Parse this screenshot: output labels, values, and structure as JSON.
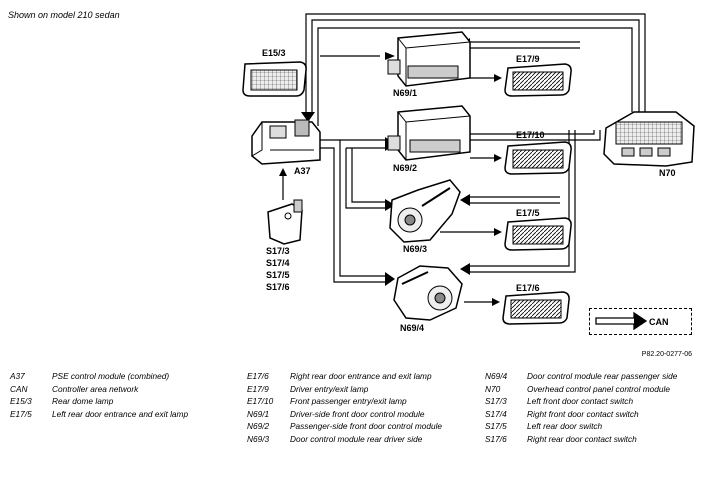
{
  "caption": "Shown on model 210 sedan",
  "labels": {
    "e15_3": "E15/3",
    "a37": "A37",
    "s17_3": "S17/3",
    "s17_4": "S17/4",
    "s17_5": "S17/5",
    "s17_6": "S17/6",
    "n69_1": "N69/1",
    "n69_2": "N69/2",
    "n69_3": "N69/3",
    "n69_4": "N69/4",
    "e17_9": "E17/9",
    "e17_10": "E17/10",
    "e17_5": "E17/5",
    "e17_6": "E17/6",
    "n70": "N70",
    "can": "CAN"
  },
  "reference": "P82.20-0277-06",
  "legend_left": [
    {
      "code": "A37",
      "desc": "PSE control module (combined)"
    },
    {
      "code": "CAN",
      "desc": "Controller area network"
    },
    {
      "code": "E15/3",
      "desc": "Rear dome lamp"
    },
    {
      "code": "E17/5",
      "desc": "Left rear door entrance and exit lamp"
    }
  ],
  "legend_mid": [
    {
      "code": "E17/6",
      "desc": "Right rear door entrance and exit lamp"
    },
    {
      "code": "E17/9",
      "desc": "Driver entry/exit lamp"
    },
    {
      "code": "E17/10",
      "desc": "Front passenger entry/exit lamp"
    },
    {
      "code": "N69/1",
      "desc": "Driver-side front door control module"
    },
    {
      "code": "N69/2",
      "desc": "Passenger-side front door control module"
    },
    {
      "code": "N69/3",
      "desc": "Door control module rear driver side"
    }
  ],
  "legend_right": [
    {
      "code": "N69/4",
      "desc": "Door control module rear passenger side"
    },
    {
      "code": "N70",
      "desc": "Overhead control panel control module"
    },
    {
      "code": "S17/3",
      "desc": "Left front door contact switch"
    },
    {
      "code": "S17/4",
      "desc": "Right front door contact switch"
    },
    {
      "code": "S17/5",
      "desc": "Left rear door switch"
    },
    {
      "code": "S17/6",
      "desc": "Right rear door contact switch"
    }
  ]
}
